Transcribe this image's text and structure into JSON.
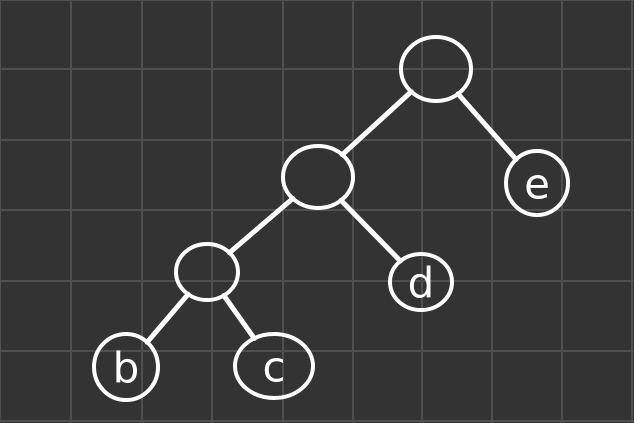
{
  "colors": {
    "background": "#333333",
    "grid": "#4f4f4f",
    "ink": "#ffffff"
  },
  "tree": {
    "nodes": [
      {
        "id": "root",
        "label": ""
      },
      {
        "id": "n1",
        "label": ""
      },
      {
        "id": "n2",
        "label": ""
      },
      {
        "id": "b",
        "label": "b"
      },
      {
        "id": "c",
        "label": "c"
      },
      {
        "id": "d",
        "label": "d"
      },
      {
        "id": "e",
        "label": "e"
      }
    ],
    "edges": [
      {
        "from": "root",
        "to": "n1"
      },
      {
        "from": "root",
        "to": "e"
      },
      {
        "from": "n1",
        "to": "n2"
      },
      {
        "from": "n1",
        "to": "d"
      },
      {
        "from": "n2",
        "to": "b"
      },
      {
        "from": "n2",
        "to": "c"
      }
    ]
  }
}
